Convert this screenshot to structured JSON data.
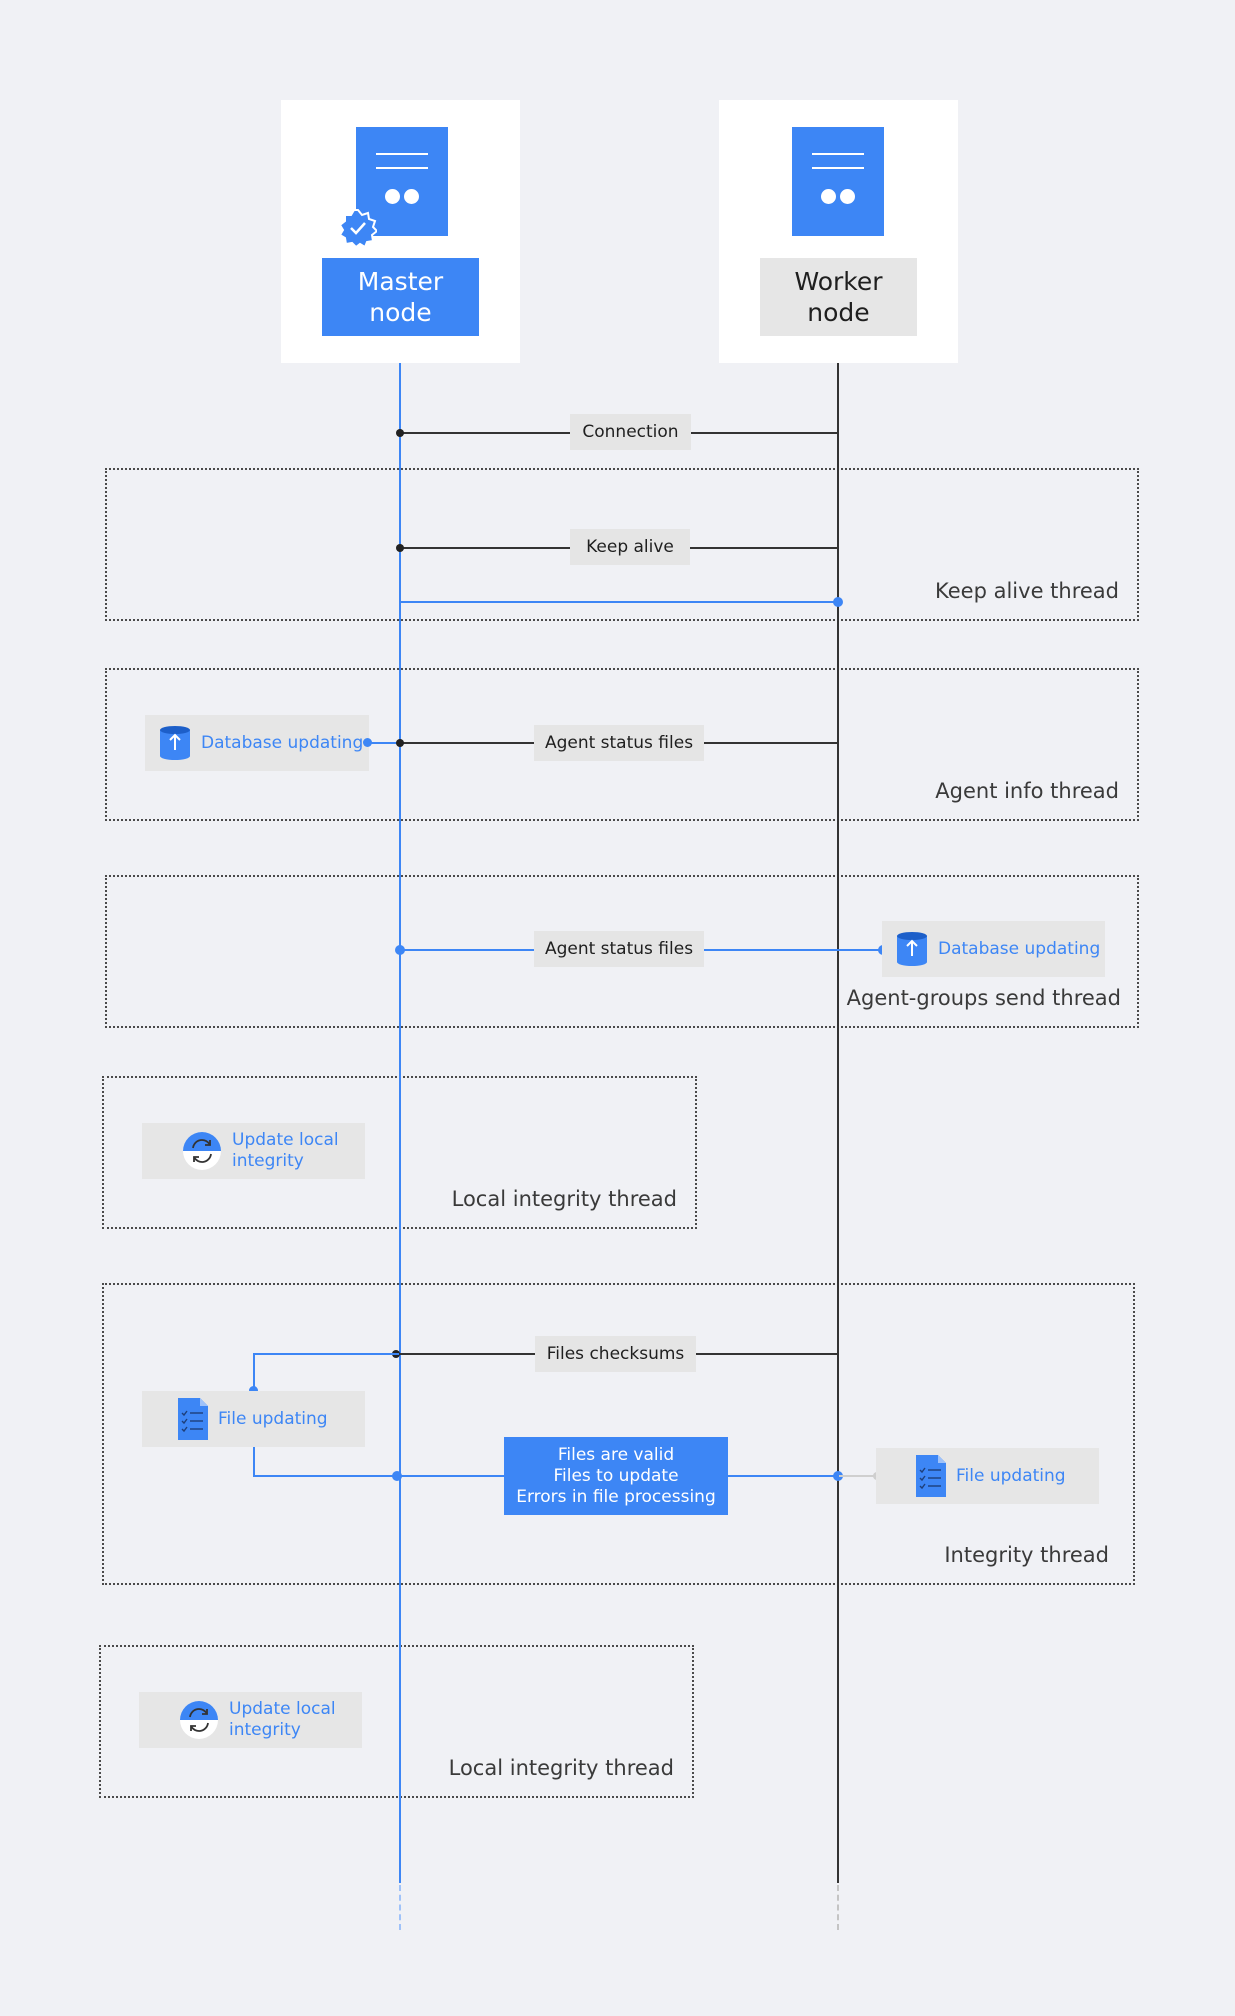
{
  "nodes": {
    "master": {
      "label": "Master\nnode"
    },
    "worker": {
      "label": "Worker\nnode"
    }
  },
  "messages": {
    "connection": "Connection",
    "keep_alive": "Keep alive",
    "agent_status_1": "Agent status files",
    "agent_status_2": "Agent status files",
    "files_checksums": "Files checksums",
    "integrity_result": [
      "Files are valid",
      "Files to update",
      "Errors in file processing"
    ]
  },
  "threads": {
    "keep_alive": "Keep alive thread",
    "agent_info": "Agent info thread",
    "agent_groups": "Agent-groups send thread",
    "local_integrity_1": "Local integrity thread",
    "integrity": "Integrity thread",
    "local_integrity_2": "Local integrity thread"
  },
  "tasks": {
    "db_master": "Database updating",
    "db_worker": "Database updating",
    "local_integrity_1": "Update local\nintegrity",
    "file_master": "File updating",
    "file_worker": "File updating",
    "local_integrity_2": "Update local\nintegrity"
  },
  "colors": {
    "accent": "#3d86f5",
    "background": "#f0f1f5",
    "label_grey": "#e5e5e5",
    "line_dark": "#333333"
  },
  "icons": {
    "server": "server-icon",
    "verified": "verified-badge-icon",
    "database": "database-upload-icon",
    "sync": "sync-icon",
    "file": "file-checklist-icon"
  }
}
